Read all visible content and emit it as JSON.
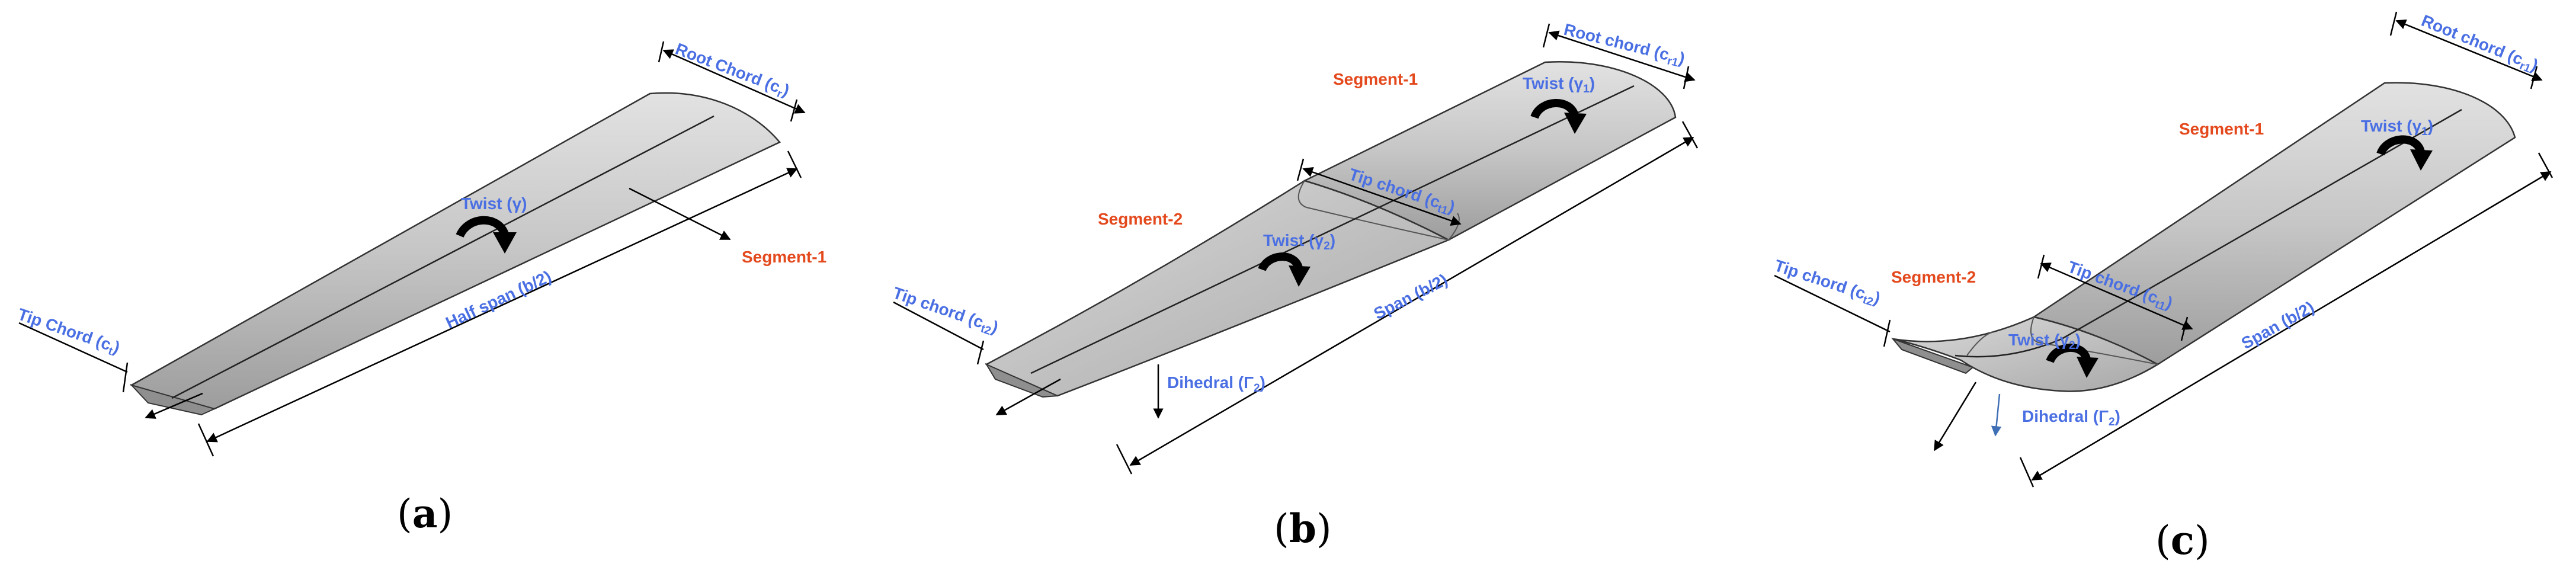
{
  "panels": [
    {
      "id": "a",
      "caption_open": "(",
      "caption_letter": "a",
      "caption_close": ")",
      "labels": {
        "root_chord": "Root Chord (c",
        "root_chord_sub": "r",
        "tip_chord": "Tip Chord (c",
        "tip_chord_sub": "t",
        "twist": "Twist (γ)",
        "half_span": "Half span (b/2)",
        "segment1": "Segment-1"
      }
    },
    {
      "id": "b",
      "caption_open": "(",
      "caption_letter": "b",
      "caption_close": ")",
      "labels": {
        "root_chord": "Root chord (c",
        "root_chord_sub": "r1",
        "segment1": "Segment-1",
        "segment2": "Segment-2",
        "twist1": "Twist (γ",
        "twist1_sub": "1",
        "tip_chord1": "Tip chord (c",
        "tip_chord1_sub": "t1",
        "twist2": "Twist (γ",
        "twist2_sub": "2",
        "tip_chord2": "Tip chord (c",
        "tip_chord2_sub": "t2",
        "span": "Span (b/2)",
        "dihedral": "Dihedral (Γ",
        "dihedral_sub": "2"
      }
    },
    {
      "id": "c",
      "caption_open": "(",
      "caption_letter": "c",
      "caption_close": ")",
      "labels": {
        "root_chord": "Root chord (c",
        "root_chord_sub": "r1",
        "segment1": "Segment-1",
        "segment2": "Segment-2",
        "twist1": "Twist (γ",
        "twist1_sub": "1",
        "tip_chord1": "Tip chord (c",
        "tip_chord1_sub": "t1",
        "tip_chord2": "Tip chord (c",
        "tip_chord2_sub": "t2",
        "twist2": "Twist (γ",
        "twist2_sub": "2",
        "span": "Span (b/2)",
        "dihedral": "Dihedral (Γ",
        "dihedral_sub": "2"
      }
    }
  ],
  "colors": {
    "dimension_label": "#4a6fe3",
    "segment_label": "#e4491d",
    "wing_surface": "#c4c4c4"
  },
  "icons": [
    "curved-arrow-icon",
    "arrow-icon"
  ]
}
